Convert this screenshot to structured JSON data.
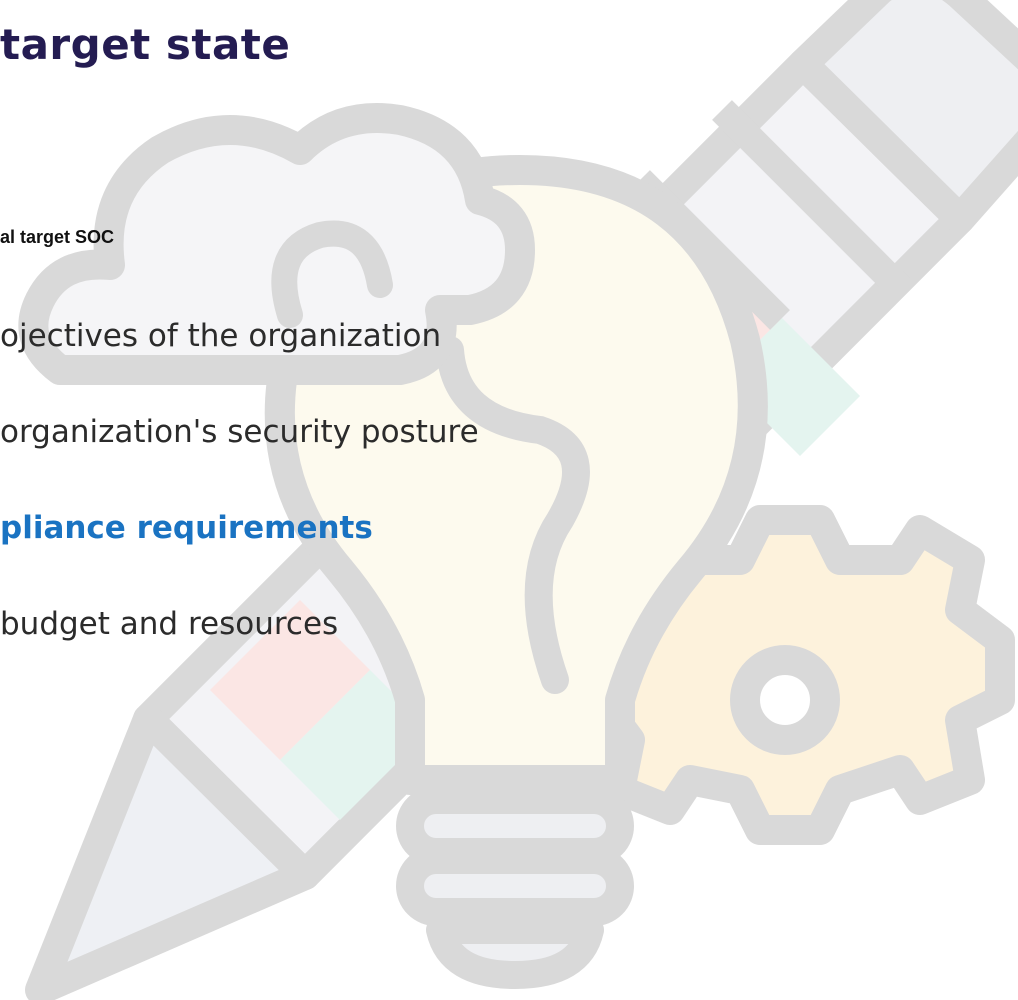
{
  "slide": {
    "title": "target state",
    "subtitle": "al target SOC",
    "items": [
      {
        "text": "ojectives of the organization"
      },
      {
        "text": "organization's security posture"
      },
      {
        "text": "pliance requirements"
      },
      {
        "text": "budget and resources"
      }
    ]
  },
  "illustration": {
    "icons": [
      "cloud-icon",
      "lightbulb-icon",
      "pencil-icon",
      "gear-icon"
    ]
  },
  "colors": {
    "title": "#241c52",
    "highlight": "#1a73c2",
    "body_text": "#2b2b2b",
    "outline": "#d9d9d9"
  }
}
